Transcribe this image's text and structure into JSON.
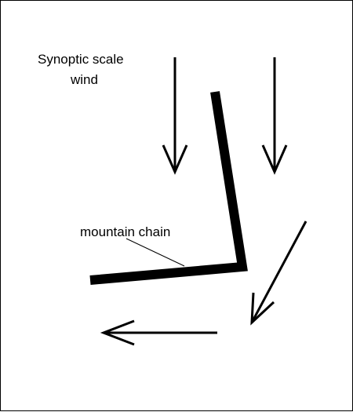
{
  "diagram": {
    "labels": {
      "wind_line1": "Synoptic scale",
      "wind_line2": "wind",
      "mountain": "mountain chain"
    },
    "colors": {
      "ink": "#000000",
      "background": "#ffffff"
    }
  }
}
